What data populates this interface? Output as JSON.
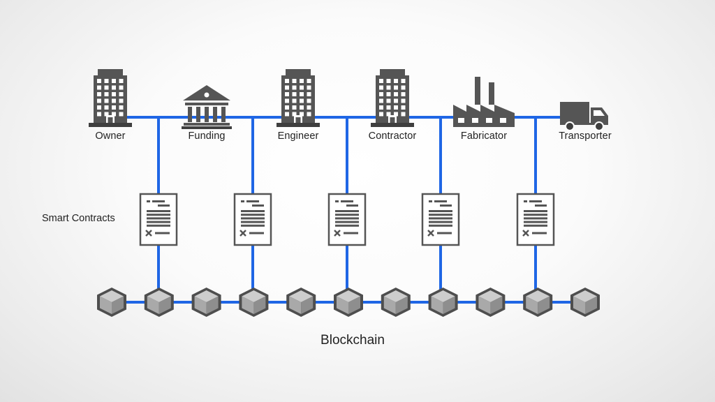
{
  "participants": [
    {
      "label": "Owner",
      "icon": "office-building-icon"
    },
    {
      "label": "Funding",
      "icon": "bank-icon"
    },
    {
      "label": "Engineer",
      "icon": "office-building-icon"
    },
    {
      "label": "Contractor",
      "icon": "office-building-icon"
    },
    {
      "label": "Fabricator",
      "icon": "factory-icon"
    },
    {
      "label": "Transporter",
      "icon": "truck-icon"
    }
  ],
  "contracts_label": "Smart Contracts",
  "contract_count": 5,
  "contract_icon": "contract-document-icon",
  "blockchain_label": "Blockchain",
  "block_count": 11,
  "block_icon": "block-cube-icon",
  "colors": {
    "line": "#1f66e5",
    "icon": "#555555",
    "icon_dark": "#3f3f3f",
    "cube_face_light": "#cdcdcd",
    "cube_face_mid": "#a9a9a9",
    "cube_face_dark": "#8e8e8e"
  }
}
